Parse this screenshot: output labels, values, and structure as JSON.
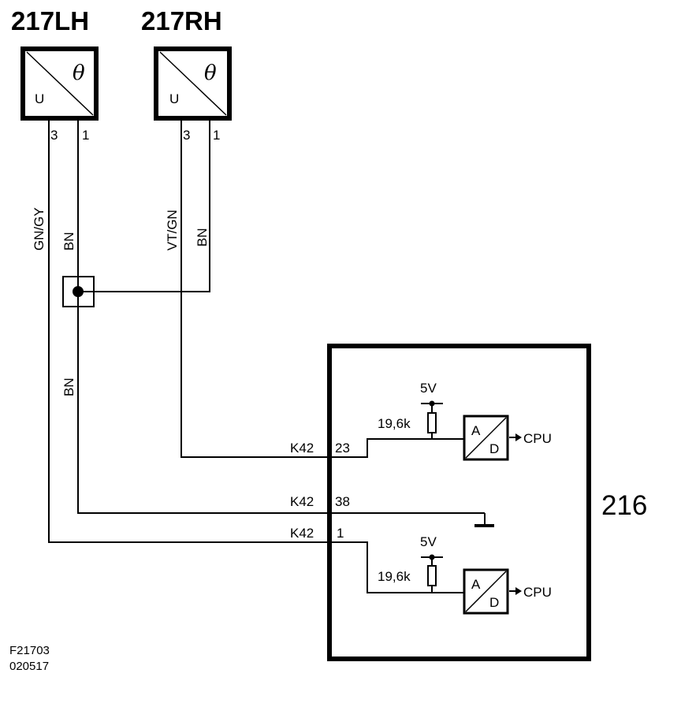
{
  "sensors": [
    {
      "name": "217LH",
      "theta_symbol": "θ",
      "u_label": "U",
      "pin_left": "3",
      "pin_right": "1"
    },
    {
      "name": "217RH",
      "theta_symbol": "θ",
      "u_label": "U",
      "pin_left": "3",
      "pin_right": "1"
    }
  ],
  "wires": {
    "lh_signal": "GN/GY",
    "lh_ground": "BN",
    "rh_signal": "VT/GN",
    "rh_ground": "BN",
    "common_ground": "BN"
  },
  "ecu": {
    "label": "216",
    "connector": "K42",
    "pins": [
      "23",
      "38",
      "1"
    ],
    "supply_top": "5V",
    "supply_bottom": "5V",
    "resistor_top": "19,6k",
    "resistor_bottom": "19,6k",
    "adc_a": "A",
    "adc_d": "D",
    "cpu_top": "CPU",
    "cpu_bottom": "CPU"
  },
  "figure_ref": [
    "F21703",
    "020517"
  ]
}
